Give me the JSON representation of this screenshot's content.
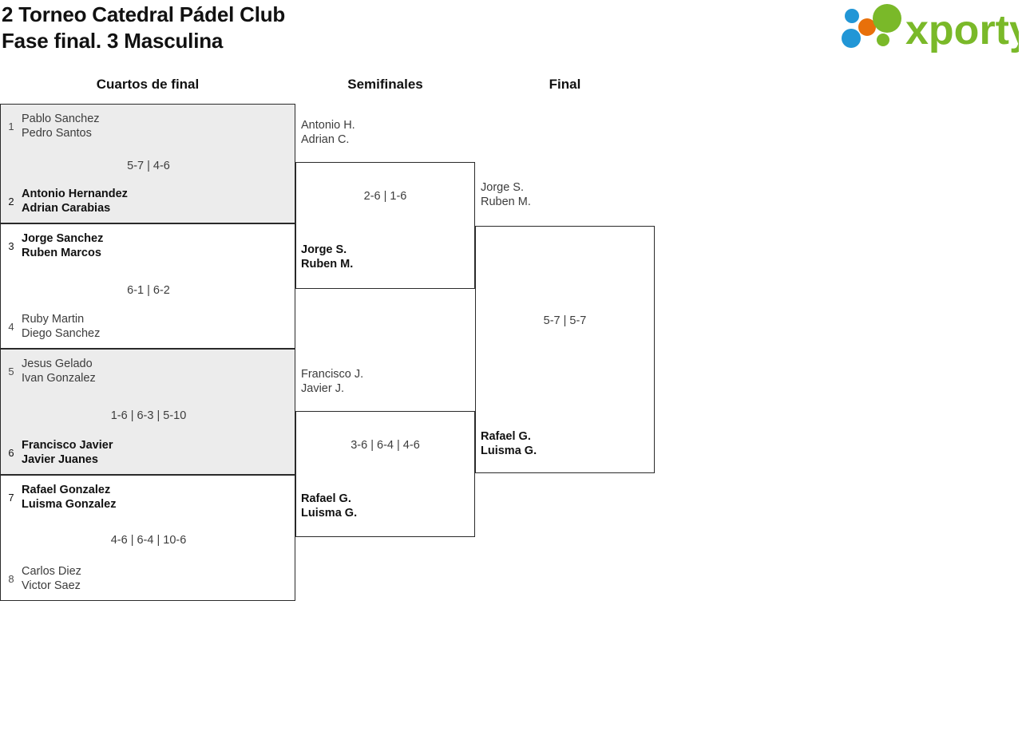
{
  "header": {
    "title_line1": "2 Torneo Catedral Pádel Club",
    "title_line2": "Fase final. 3 Masculina",
    "logo_text": "xporty",
    "logo_colors": {
      "green": "#7ab929",
      "orange": "#e8700a",
      "blue": "#2196d6"
    }
  },
  "rounds": [
    {
      "id": "quarterfinals",
      "label": "Cuartos de final"
    },
    {
      "id": "semifinals",
      "label": "Semifinales"
    },
    {
      "id": "final",
      "label": "Final"
    }
  ],
  "quarterfinals": [
    {
      "score": "5-7 | 4-6",
      "top": {
        "seed": "1",
        "player1": "Pablo Sanchez",
        "player2": "Pedro Santos",
        "winner": false
      },
      "bottom": {
        "seed": "2",
        "player1": "Antonio Hernandez",
        "player2": "Adrian Carabias",
        "winner": true
      }
    },
    {
      "score": "6-1 | 6-2",
      "top": {
        "seed": "3",
        "player1": "Jorge Sanchez",
        "player2": "Ruben Marcos",
        "winner": true
      },
      "bottom": {
        "seed": "4",
        "player1": "Ruby Martin",
        "player2": "Diego Sanchez",
        "winner": false
      }
    },
    {
      "score": "1-6 | 6-3 | 5-10",
      "top": {
        "seed": "5",
        "player1": "Jesus Gelado",
        "player2": "Ivan Gonzalez",
        "winner": false
      },
      "bottom": {
        "seed": "6",
        "player1": "Francisco Javier",
        "player2": "Javier Juanes",
        "winner": true
      }
    },
    {
      "score": "4-6 | 6-4 | 10-6",
      "top": {
        "seed": "7",
        "player1": "Rafael Gonzalez",
        "player2": "Luisma Gonzalez",
        "winner": true
      },
      "bottom": {
        "seed": "8",
        "player1": "Carlos Diez",
        "player2": "Victor Saez",
        "winner": false
      }
    }
  ],
  "semifinals": [
    {
      "score": "2-6 | 1-6",
      "top": {
        "player1": "Antonio H.",
        "player2": "Adrian C.",
        "winner": false
      },
      "bottom": {
        "player1": "Jorge S.",
        "player2": "Ruben M.",
        "winner": true
      }
    },
    {
      "score": "3-6 | 6-4 | 4-6",
      "top": {
        "player1": "Francisco J.",
        "player2": "Javier J.",
        "winner": false
      },
      "bottom": {
        "player1": "Rafael G.",
        "player2": "Luisma G.",
        "winner": true
      }
    }
  ],
  "final": [
    {
      "score": "5-7 | 5-7",
      "top": {
        "player1": "Jorge S.",
        "player2": "Ruben M.",
        "winner": false
      },
      "bottom": {
        "player1": "Rafael G.",
        "player2": "Luisma G.",
        "winner": true
      }
    }
  ]
}
